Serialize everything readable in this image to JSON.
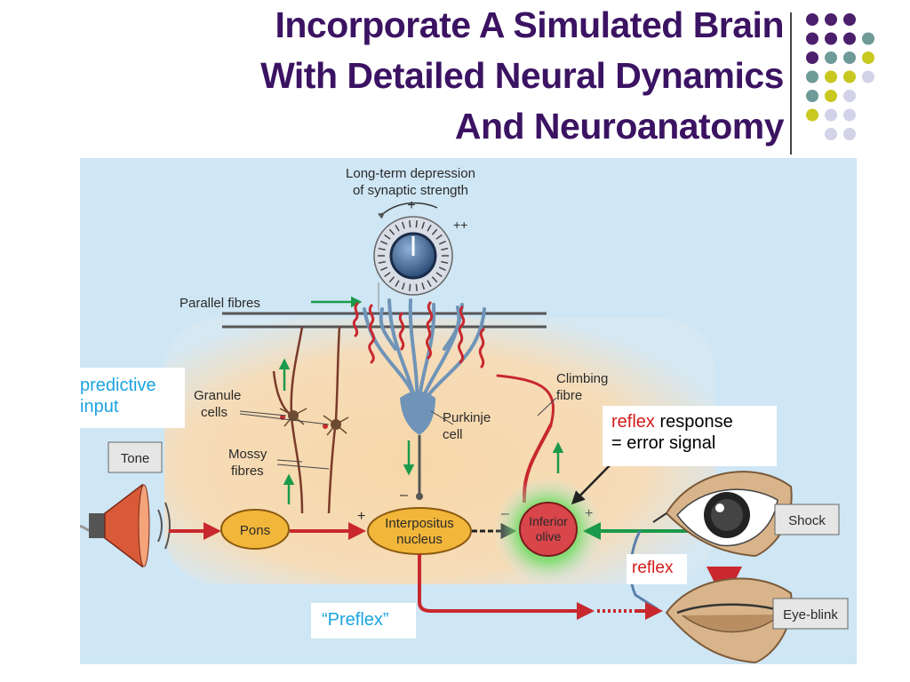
{
  "slide": {
    "title_lines": [
      "Incorporate A Simulated Brain",
      "With Detailed Neural Dynamics",
      "And Neuroanatomy"
    ]
  },
  "diagram": {
    "ltd_label": [
      "Long-term depression",
      "of synaptic strength"
    ],
    "plus": "+",
    "plusplus": "++",
    "minus": "–",
    "parallel_fibres": "Parallel fibres",
    "granule_cells": [
      "Granule",
      "cells"
    ],
    "mossy_fibres": [
      "Mossy",
      "fibres"
    ],
    "purkinje_cell": [
      "Purkinje",
      "cell"
    ],
    "climbing_fibre": [
      "Climbing",
      "fibre"
    ],
    "tone": "Tone",
    "pons": "Pons",
    "interpositus": [
      "Interpositus",
      "nucleus"
    ],
    "inferior_olive": [
      "Inferior",
      "olive"
    ],
    "shock": "Shock",
    "eye_blink": "Eye-blink"
  },
  "callouts": {
    "predictive_input": [
      "predictive",
      "input"
    ],
    "reflex_response_red": "reflex",
    "reflex_response_rest": " response",
    "error_signal": "= error signal",
    "reflex": "reflex",
    "preflex": "“Preflex”"
  },
  "colors": {
    "title": "#3b1362",
    "dot_purple": "#4b1f6b",
    "dot_teal": "#6e9a98",
    "dot_yellow": "#c8c820",
    "dot_lavender": "#d2d2e8",
    "diagram_bg": "#cfe6f4",
    "callout_blue": "#1aa3e0",
    "callout_red": "#d41a1a"
  }
}
